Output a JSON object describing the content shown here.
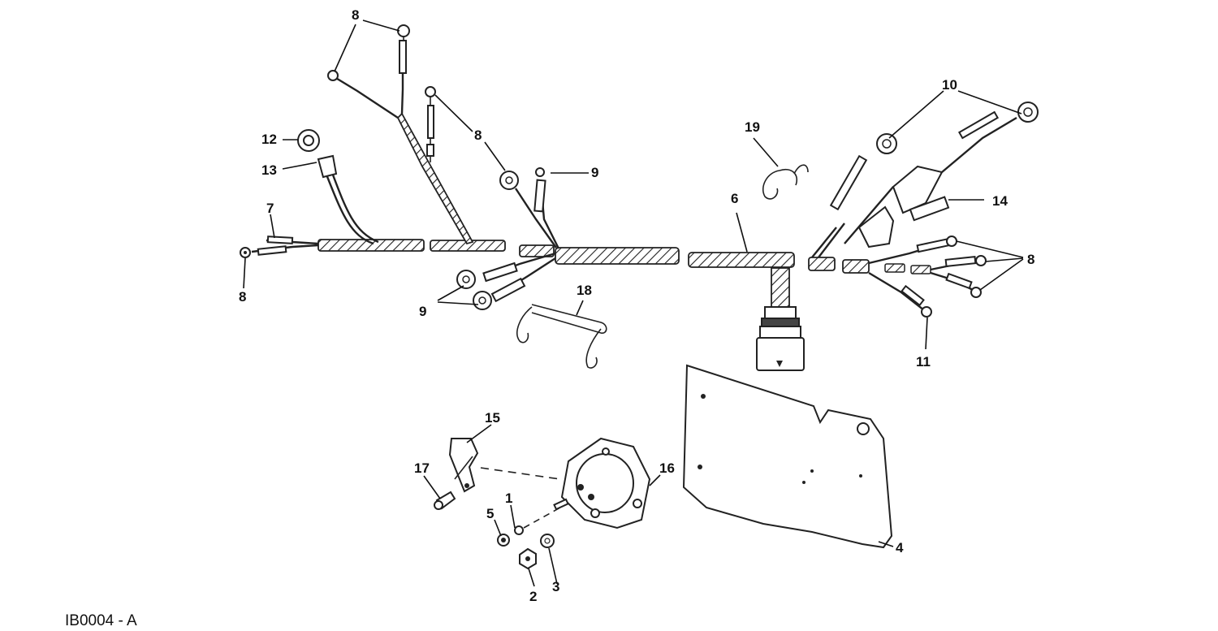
{
  "figure_code": "IB0004 - A",
  "callouts": {
    "c1": "1",
    "c2": "2",
    "c3": "3",
    "c4": "4",
    "c5": "5",
    "c6": "6",
    "c7": "7",
    "c8a": "8",
    "c8b": "8",
    "c8c": "8",
    "c8d": "8",
    "c9a": "9",
    "c9b": "9",
    "c10": "10",
    "c11": "11",
    "c12": "12",
    "c13": "13",
    "c14": "14",
    "c15": "15",
    "c16": "16",
    "c17": "17",
    "c18": "18",
    "c19": "19"
  },
  "colors": {
    "ink": "#222222",
    "paper": "#ffffff"
  }
}
